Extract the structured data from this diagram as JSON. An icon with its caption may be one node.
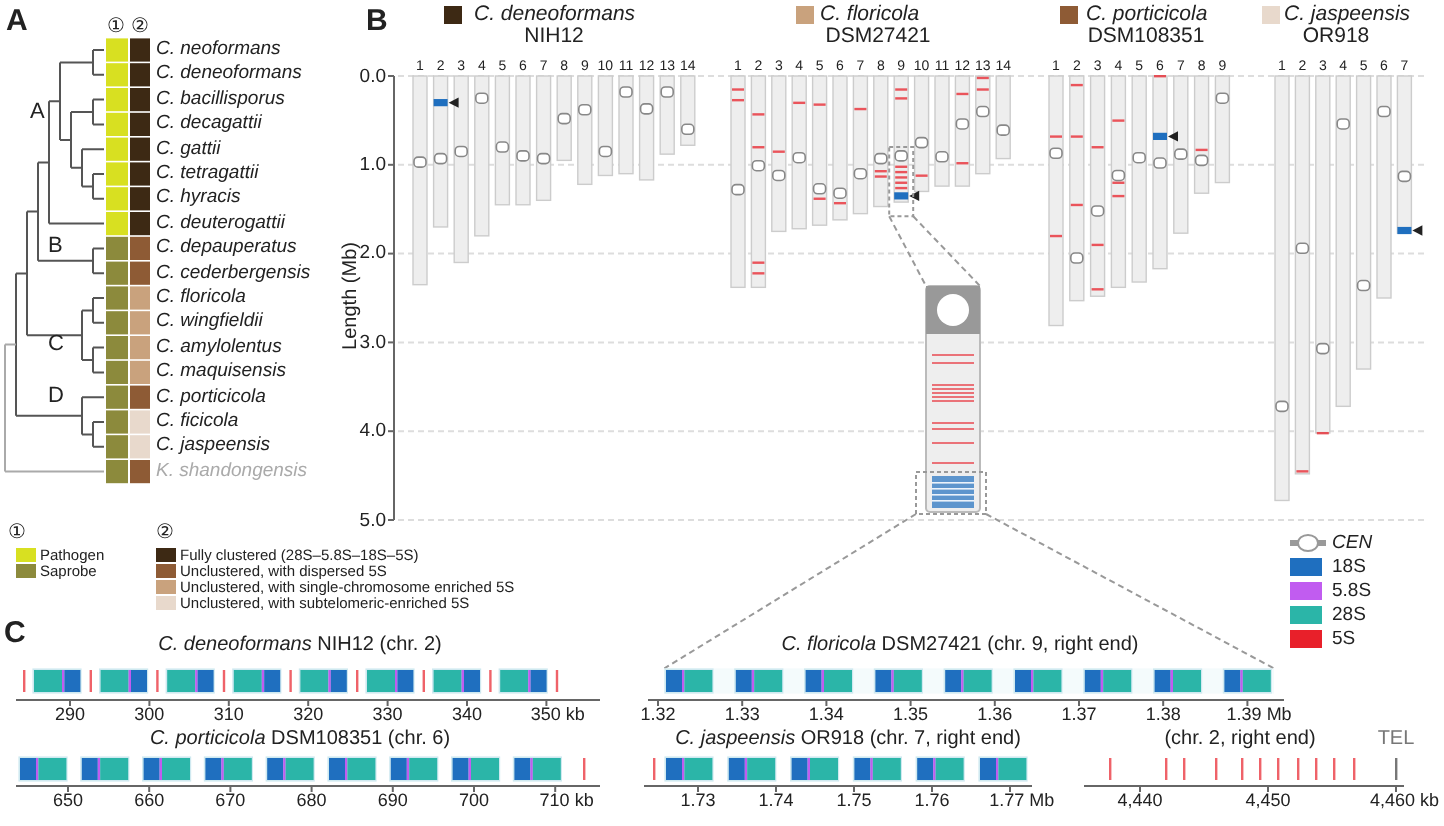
{
  "diagram": {
    "nodes": [
      {
        "text": [],
        "shape": "box"
      },
      {
        "text": [],
        "shape": "bar"
      },
      {
        "text": [],
        "shape": "box"
      },
      {
        "text": [],
        "shape": "box"
      }
    ],
    "edges": [
      {
        "from": 0,
        "to": 1,
        "arrow": "none",
        "style": "dashed"
      },
      {
        "from": 0,
        "to": 1,
        "arrow": "none",
        "style": "dashed"
      },
      {
        "from": 2,
        "to": 3,
        "arrow": "none",
        "style": "dashed"
      },
      {
        "from": 2,
        "to": 3,
        "arrow": "none",
        "style": "dashed"
      }
    ],
    "labels": [
      "A",
      "①",
      "②",
      "C. neoformans",
      "C. deneoformans",
      "C. bacillisporus",
      "C. decagattii",
      "C. gattii",
      "C. tetragattii",
      "C. hyracis",
      "C. deuterogattii",
      "C. depauperatus",
      "C. cederbergensis",
      "C. floricola",
      "C. wingfieldii",
      "C. amylolentus",
      "C. maquisensis",
      "C. porticicola",
      "C. ficicola",
      "C. jaspeensis",
      "K. shandongensis",
      "A",
      "B",
      "C",
      "D",
      "①",
      "②",
      "B",
      "C. deneoformans",
      "NIH12",
      "C. floricola",
      "DSM27421",
      "C. porticicola",
      "DSM108351",
      "C. jaspeensis",
      "OR918",
      "1",
      "2",
      "3",
      "4",
      "5",
      "6",
      "7",
      "8",
      "9",
      "10",
      "11",
      "12",
      "13",
      "14",
      "1",
      "2",
      "3",
      "4",
      "5",
      "6",
      "7",
      "8",
      "9",
      "10",
      "11",
      "12",
      "13",
      "14",
      "1",
      "2",
      "3",
      "4",
      "5",
      "6",
      "7",
      "8",
      "9",
      "1",
      "2",
      "3",
      "4",
      "5",
      "6",
      "7",
      "0.0",
      "1.0",
      "2.0",
      "3.0",
      "4.0",
      "5.0",
      "Length (Mb)",
      "C",
      "*C. deneoformans* NIH12 (chr. 2)",
      "290",
      "300",
      "310",
      "320",
      "330",
      "340",
      "350 kb",
      "*C. floricola* DSM27421 (chr. 9, right end)",
      "1.32",
      "1.33",
      "1.34",
      "1.35",
      "1.36",
      "1.37",
      "1.38",
      "1.39 Mb",
      "*C. porticicola* DSM108351 (chr. 6)",
      "650",
      "660",
      "670",
      "680",
      "690",
      "700",
      "710 kb",
      "*C. jaspeensis* OR918 (chr. 7, right end)",
      "1.73",
      "1.74",
      "1.75",
      "1.76",
      "1.77 Mb",
      "(chr. 2, right end)",
      "TEL",
      "4,440",
      "4,450",
      "4,460 kb"
    ],
    "legend": [
      {
        "text": "Pathogen",
        "color": "#d8e021"
      },
      {
        "text": "Saprobe",
        "color": "#8c8a3c"
      },
      {
        "text": "Fully clustered (28S–5.8S–18S–5S)",
        "color": "#3d2914"
      },
      {
        "text": "Unclustered, with dispersed 5S",
        "color": "#8e5b35"
      },
      {
        "text": "Unclustered, with single-chromosome enriched 5S",
        "color": "#c9a27d"
      },
      {
        "text": "Unclustered, with subtelomeric-enriched 5S",
        "color": "#e8d9cc"
      },
      {
        "text": "CEN"
      },
      {
        "text": "18S",
        "color": "#1f6fbf"
      },
      {
        "text": "5.8S",
        "color": "#c15cf0"
      },
      {
        "text": "28S",
        "color": "#2bb5a8"
      },
      {
        "text": "5S",
        "color": "#e8202a"
      }
    ]
  }
}
